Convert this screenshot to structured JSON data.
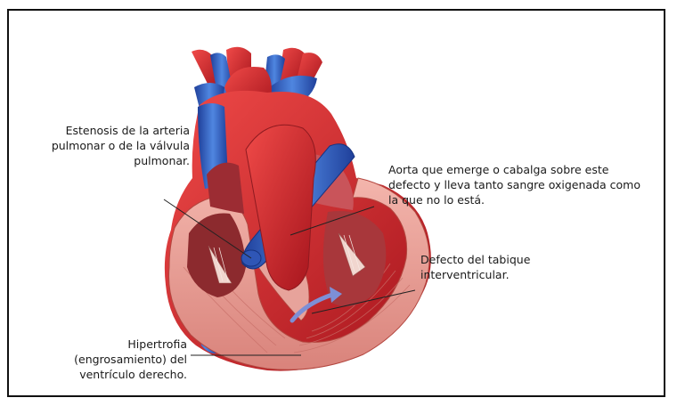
{
  "labels": {
    "pulmonary_stenosis": [
      "Estenosis de la arteria",
      "pulmonar o de la válvula",
      "pulmonar."
    ],
    "overriding_aorta": [
      "Aorta que emerge o cabalga sobre este",
      "defecto y lleva tanto sangre oxigenada como",
      "la que no lo está."
    ],
    "vsd": [
      "Defecto del tabique",
      "interventricular."
    ],
    "ventricular_hypertrophy": [
      "Hipertrofia",
      "(engrosamiento) del",
      "ventrículo derecho."
    ]
  },
  "colors": {
    "oxygenated": "#d8262b",
    "deoxygenated": "#2f5fb8",
    "myocardium": "#e89c94",
    "leader_line": "#222222"
  }
}
